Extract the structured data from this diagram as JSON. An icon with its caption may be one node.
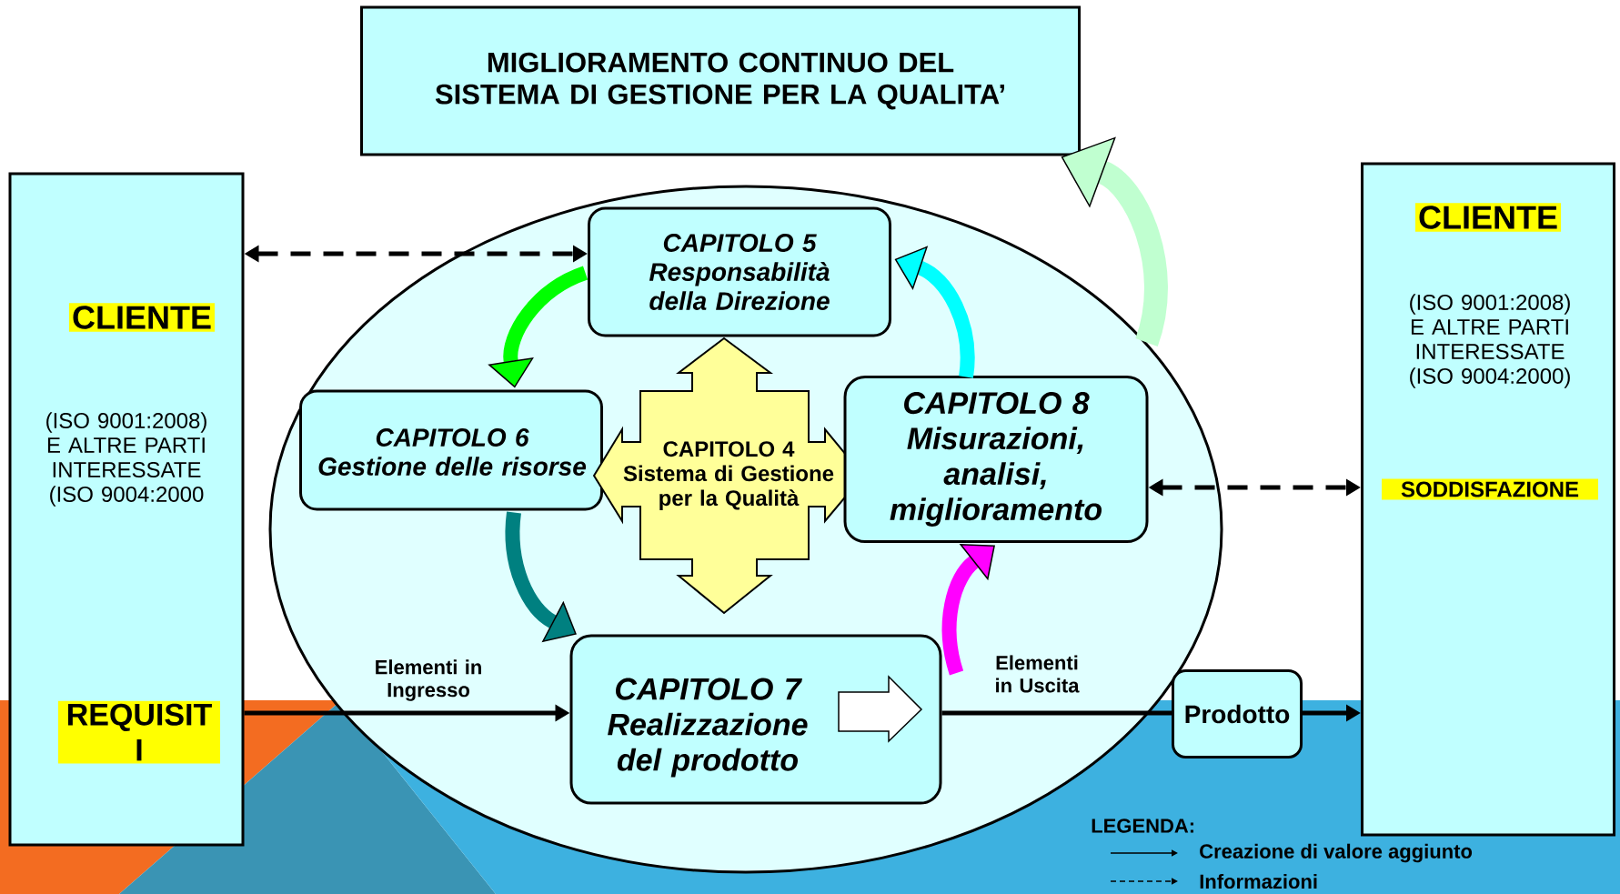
{
  "diagram": {
    "nodes": [
      {
        "text": [
          "MIGLIORAMENTO CONTINUO DEL SISTEMA DI GESTIONE PER LA QUALITA’"
        ]
      },
      {
        "text": [
          "CLIENTE",
          "(ISO 9001:2008) E ALTRE PARTI INTERESSATE (ISO 9004:2000",
          "REQUISIT I"
        ]
      },
      {
        "text": [],
        "shape": "ellipse"
      },
      {
        "text": [
          "CAPITOLO 5",
          "Responsabilità della Direzione"
        ],
        "in": 2
      },
      {
        "text": [
          "CAPITOLO 6",
          "Gestione delle risorse"
        ],
        "in": 2
      },
      {
        "text": [
          "CAPITOLO 4",
          "Sistema di Gestione per la Qualità"
        ],
        "in": 2
      },
      {
        "text": [
          "CAPITOLO 8",
          "Misurazioni, analisi, miglioramento"
        ],
        "in": 2
      },
      {
        "text": [
          "CAPITOLO 7",
          "Realizzazione del prodotto"
        ],
        "in": 2
      },
      {
        "text": [
          "Prodotto"
        ]
      },
      {
        "text": [
          "CLIENTE",
          "(ISO 9001:2008) E ALTRE PARTI INTERESSATE (ISO 9004:2000)",
          "SODDISFAZIONE"
        ]
      }
    ],
    "edges": [
      {
        "from": 1,
        "to": 3,
        "arrow": "both",
        "style": "dashed"
      },
      {
        "from": 6,
        "to": 9,
        "arrow": "both",
        "style": "dashed"
      },
      {
        "from": 1,
        "to": 7,
        "arrow": "to",
        "label": "Elementi in Ingresso"
      },
      {
        "from": 7,
        "to": 8,
        "arrow": "none",
        "label": "Elementi in Uscita"
      },
      {
        "from": 8,
        "to": 9,
        "arrow": "to"
      },
      {
        "from": 3,
        "to": 4,
        "arrow": "to",
        "style": "thick",
        "color": "#00ff00"
      },
      {
        "from": 4,
        "to": 7,
        "arrow": "to",
        "style": "thick",
        "color": "#008080"
      },
      {
        "from": 7,
        "to": 6,
        "arrow": "to",
        "style": "thick",
        "color": "#ff00ff"
      },
      {
        "from": 6,
        "to": 3,
        "arrow": "to",
        "style": "thick",
        "color": "#00ffff"
      },
      {
        "from": 2,
        "to": 0,
        "arrow": "to",
        "style": "thick",
        "color": "#c0ffd0"
      }
    ],
    "labels": [
      "LEGENDA:"
    ],
    "legend": [
      {
        "text": "Creazione di valore aggiunto"
      },
      {
        "text": "Informazioni"
      }
    ]
  }
}
